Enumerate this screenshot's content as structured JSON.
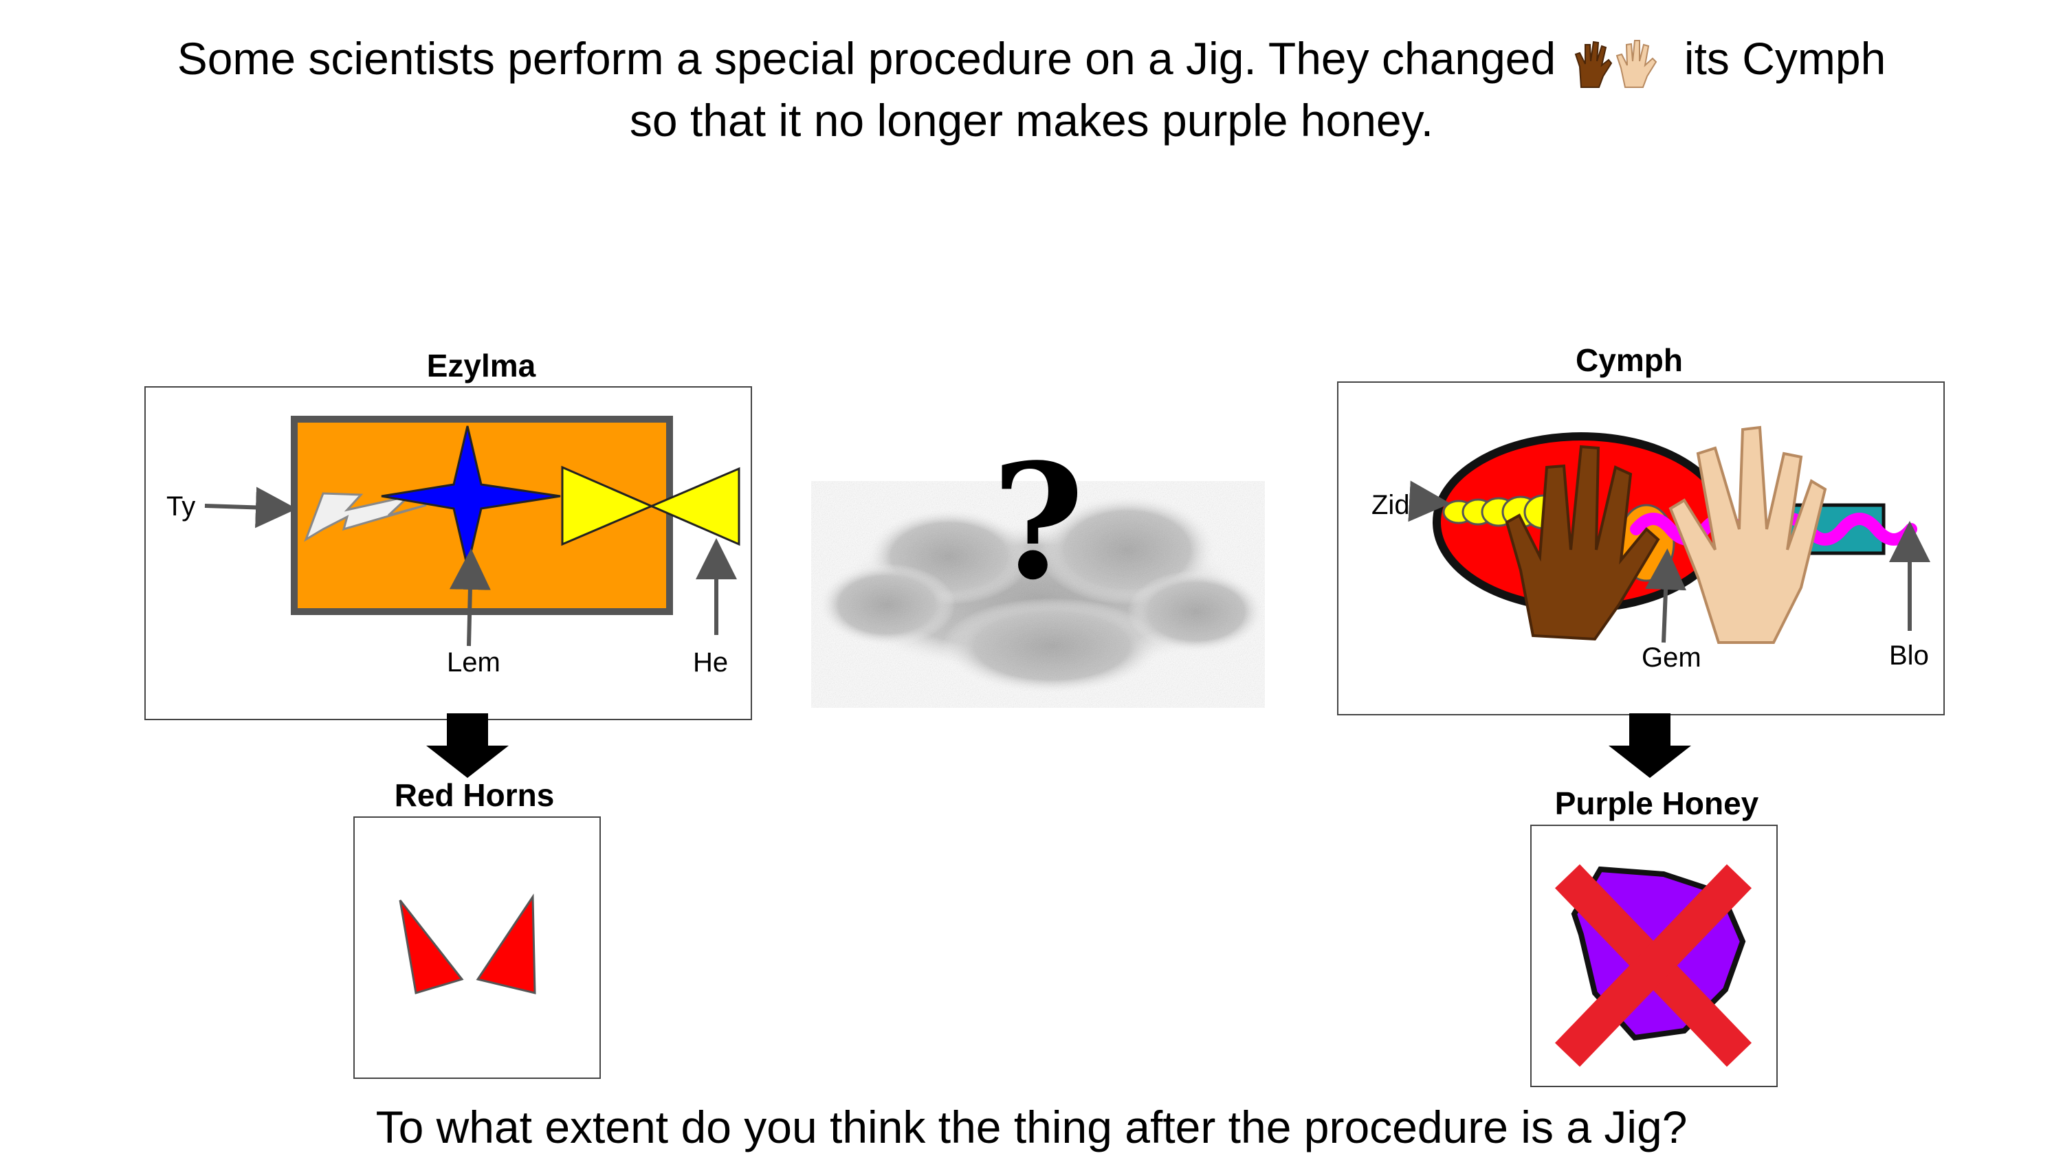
{
  "prompt": {
    "line1_before": "Some scientists perform a special procedure on a Jig. They changed",
    "line1_after": "its Cymph",
    "line2": "so that it no longer makes purple honey."
  },
  "left_panel": {
    "title": "Ezylma",
    "labels": {
      "ty": "Ty",
      "lem": "Lem",
      "he": "He"
    },
    "result_title": "Red Horns"
  },
  "center": {
    "symbol": "?"
  },
  "right_panel": {
    "title": "Cymph",
    "labels": {
      "zid": "Zid",
      "gem": "Gem",
      "blo": "Blo"
    },
    "result_title": "Purple Honey"
  },
  "question": "To what extent do you think the thing after the procedure is a Jig?",
  "icons": [
    "hands-icon",
    "lightning-icon",
    "star-icon",
    "bowtie-icon",
    "horns-icon",
    "honey-icon",
    "cross-icon",
    "down-arrow-icon",
    "cloud-icon"
  ],
  "colors": {
    "orange": "#ff9900",
    "blue": "#0000ff",
    "yellow": "#ffff00",
    "red": "#ff0000",
    "purple": "#9900ff",
    "magenta": "#ff00ff",
    "teal": "#1aa0a8",
    "cross": "#e8202a"
  }
}
